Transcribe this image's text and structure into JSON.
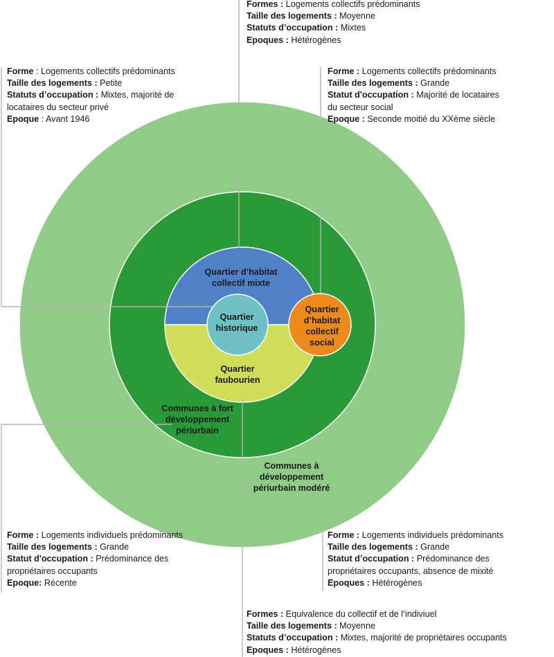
{
  "zones": {
    "outer_ring": "Communes à développement périurbain modéré",
    "middle_ring": "Communes à fort développement périurbain",
    "collectif_mixte": "Quartier d’habitat collectif mixte",
    "faubourien": "Quartier faubourien",
    "historique": "Quartier historique",
    "collectif_social": "Quartier d’habitat collectif social"
  },
  "zone_labels": {
    "outer_ring": [
      "Communes à",
      "développement",
      "périurbain modéré"
    ],
    "middle_ring": [
      "Communes à fort",
      "développement",
      "périurbain"
    ],
    "collectif_mixte": [
      "Quartier d’habitat",
      "collectif mixte"
    ],
    "faubourien": [
      "Quartier",
      "faubourien"
    ],
    "historique": [
      "Quartier",
      "historique"
    ],
    "collectif_social": [
      "Quartier",
      "d’habitat",
      "collectif",
      "social"
    ]
  },
  "colors": {
    "outer_ring": "#90cc88",
    "middle_ring": "#2a9a38",
    "collectif_mixte": "#5081c8",
    "faubourien": "#cede58",
    "historique": "#6ec1c4",
    "collectif_social": "#ec8b1b",
    "leader_line": "#b4b4b4"
  },
  "annotations": {
    "collectif_mixte": [
      {
        "label": "Formes :",
        "value": " Logements collectifs prédominants"
      },
      {
        "label": "Taille des logements :",
        "value": " Moyenne"
      },
      {
        "label": "Statuts d’occupation :",
        "value": " Mixtes"
      },
      {
        "label": "Epoques :",
        "value": " Hétérogènes"
      }
    ],
    "historique": [
      {
        "label": "Forme",
        "value": " : Logements collectifs prédominants"
      },
      {
        "label": "Taille des logements :",
        "value": " Petite"
      },
      {
        "label": "Statuts d’occupation :",
        "value": " Mixtes, majorité de"
      },
      {
        "label": "",
        "value": "locataires du secteur privé"
      },
      {
        "label": "Epoque",
        "value": " : Avant 1946"
      }
    ],
    "collectif_social": [
      {
        "label": "Forme :",
        "value": " Logements collectifs prédominants"
      },
      {
        "label": "Taille des logements :",
        "value": " Grande"
      },
      {
        "label": "Statut d'occupation :",
        "value": " Majorité de locataires"
      },
      {
        "label": "",
        "value": "du secteur social"
      },
      {
        "label": "Epoque :",
        "value": " Seconde moitié du XXème siècle"
      }
    ],
    "fort_developpement": [
      {
        "label": "Forme :",
        "value": " Logements individuels prédominants"
      },
      {
        "label": "Taille des logements :",
        "value": " Grande"
      },
      {
        "label": "Statut d'occupation :",
        "value": " Prédominance des"
      },
      {
        "label": "",
        "value": "propriétaires occupants"
      },
      {
        "label": "Epoque:",
        "value": " Récente"
      }
    ],
    "developpement_modere": [
      {
        "label": "Forme :",
        "value": " Logements individuels prédominants"
      },
      {
        "label": "Taille des logements :",
        "value": " Grande"
      },
      {
        "label": "Statut d’occupation :",
        "value": " Prédominance des"
      },
      {
        "label": "",
        "value": "propriétaires occupants, absence de mixité"
      },
      {
        "label": "Epoques :",
        "value": " Hétérogènes"
      }
    ],
    "faubourien": [
      {
        "label": "Formes :",
        "value": " Equivalence du collectif et de l’indiviuel"
      },
      {
        "label": "Taille des logements :",
        "value": " Moyenne"
      },
      {
        "label": "Statuts d’occupation :",
        "value": " Mixtes, majorité de propriétaires occupants"
      },
      {
        "label": "Epoques :",
        "value": " Hétérogènes"
      }
    ]
  }
}
